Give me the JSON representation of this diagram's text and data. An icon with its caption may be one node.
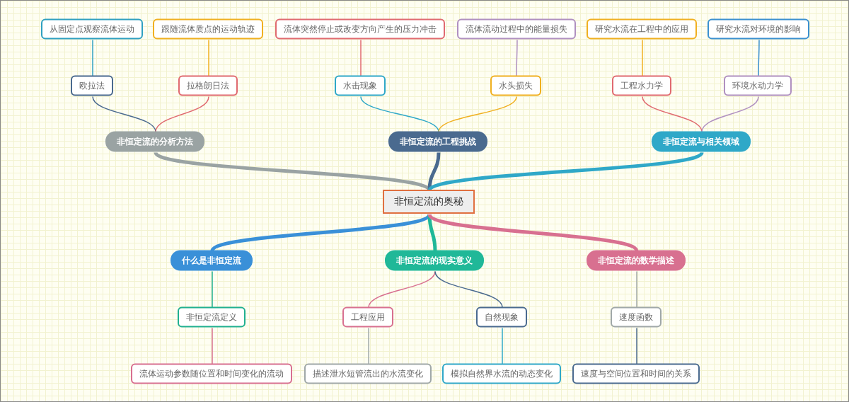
{
  "diagram": {
    "nodes": [
      {
        "text": [
          "非恒定流的奥秘"
        ]
      },
      {
        "text": [
          "非恒定流的分析方法"
        ]
      },
      {
        "text": [
          "欧拉法"
        ]
      },
      {
        "text": [
          "拉格朗日法"
        ]
      },
      {
        "text": [
          "从固定点观察流体运动"
        ]
      },
      {
        "text": [
          "跟随流体质点的运动轨迹"
        ]
      },
      {
        "text": [
          "非恒定流的工程挑战"
        ]
      },
      {
        "text": [
          "水击现象"
        ]
      },
      {
        "text": [
          "水头损失"
        ]
      },
      {
        "text": [
          "流体突然停止或改变方向产生的压力冲击"
        ]
      },
      {
        "text": [
          "流体流动过程中的能量损失"
        ]
      },
      {
        "text": [
          "非恒定流与相关领域"
        ]
      },
      {
        "text": [
          "工程水力学"
        ]
      },
      {
        "text": [
          "环境水动力学"
        ]
      },
      {
        "text": [
          "研究水流在工程中的应用"
        ]
      },
      {
        "text": [
          "研究水流对环境的影响"
        ]
      },
      {
        "text": [
          "什么是非恒定流"
        ]
      },
      {
        "text": [
          "非恒定流定义"
        ]
      },
      {
        "text": [
          "流体运动参数随位置和时间变化的流动"
        ]
      },
      {
        "text": [
          "非恒定流的现实意义"
        ]
      },
      {
        "text": [
          "工程应用"
        ]
      },
      {
        "text": [
          "自然现象"
        ]
      },
      {
        "text": [
          "描述泄水短管流出的水流变化"
        ]
      },
      {
        "text": [
          "模拟自然界水流的动态变化"
        ]
      },
      {
        "text": [
          "非恒定流的数学描述"
        ]
      },
      {
        "text": [
          "速度函数"
        ]
      },
      {
        "text": [
          "速度与空间位置和时间的关系"
        ]
      }
    ],
    "edges": [
      {
        "from": 0,
        "to": 1,
        "arrow": "none",
        "style": "thick",
        "color": "#9aa3a3"
      },
      {
        "from": 1,
        "to": 2,
        "arrow": "none",
        "color": "#4a6a8f"
      },
      {
        "from": 1,
        "to": 3,
        "arrow": "none",
        "color": "#e06a70"
      },
      {
        "from": 2,
        "to": 4,
        "arrow": "none",
        "color": "#2fa0c0"
      },
      {
        "from": 3,
        "to": 5,
        "arrow": "none",
        "color": "#f0b020"
      },
      {
        "from": 0,
        "to": 6,
        "arrow": "none",
        "style": "thick",
        "color": "#4a6a8f"
      },
      {
        "from": 6,
        "to": 7,
        "arrow": "none",
        "color": "#2fa8c8"
      },
      {
        "from": 6,
        "to": 8,
        "arrow": "none",
        "color": "#f0b020"
      },
      {
        "from": 7,
        "to": 9,
        "arrow": "none",
        "color": "#e06a70"
      },
      {
        "from": 8,
        "to": 10,
        "arrow": "none",
        "color": "#b090c0"
      },
      {
        "from": 0,
        "to": 11,
        "arrow": "none",
        "style": "thick",
        "color": "#2fa8c8"
      },
      {
        "from": 11,
        "to": 12,
        "arrow": "none",
        "color": "#e06a70"
      },
      {
        "from": 11,
        "to": 13,
        "arrow": "none",
        "color": "#b090c0"
      },
      {
        "from": 12,
        "to": 14,
        "arrow": "none",
        "color": "#f0b020"
      },
      {
        "from": 13,
        "to": 15,
        "arrow": "none",
        "color": "#3a90d0"
      },
      {
        "from": 0,
        "to": 16,
        "arrow": "none",
        "style": "thick",
        "color": "#3a90d8"
      },
      {
        "from": 16,
        "to": 17,
        "arrow": "none",
        "color": "#20b090"
      },
      {
        "from": 17,
        "to": 18,
        "arrow": "none",
        "color": "#d87090"
      },
      {
        "from": 0,
        "to": 19,
        "arrow": "none",
        "style": "thick",
        "color": "#20b898"
      },
      {
        "from": 19,
        "to": 20,
        "arrow": "none",
        "color": "#d87090"
      },
      {
        "from": 19,
        "to": 21,
        "arrow": "none",
        "color": "#4a6a8f"
      },
      {
        "from": 20,
        "to": 22,
        "arrow": "none",
        "color": "#a0a8a8"
      },
      {
        "from": 21,
        "to": 23,
        "arrow": "none",
        "color": "#30a8c8"
      },
      {
        "from": 0,
        "to": 24,
        "arrow": "none",
        "style": "thick",
        "color": "#d87090"
      },
      {
        "from": 24,
        "to": 25,
        "arrow": "none",
        "color": "#a0a8a8"
      },
      {
        "from": 25,
        "to": 26,
        "arrow": "none",
        "color": "#4a6a8f"
      }
    ]
  }
}
